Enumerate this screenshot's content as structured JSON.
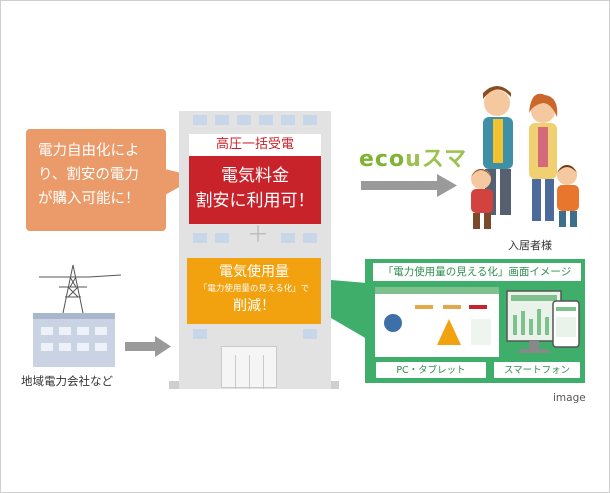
{
  "speech": {
    "line1": "電力自由化によ",
    "line2": "り、割安の電力",
    "line3": "が購入可能に！"
  },
  "power_company": {
    "label": "地域電力会社など"
  },
  "building": {
    "header": "高圧一括受電",
    "red_line1": "電気料金",
    "red_line2": "割安に利用可！",
    "plus": "＋",
    "orange_line1": "電気使用量",
    "orange_line2": "「電力使用量の見える化」で",
    "orange_line3": "削減！"
  },
  "brand": {
    "eco": "eco",
    "suma": "uスマ"
  },
  "family": {
    "label": "入居者様"
  },
  "screen_panel": {
    "title": "「電力使用量の見える化」画面イメージ",
    "pc_label": "PC・タブレット",
    "phone_label": "スマートフォン"
  },
  "caption": "image",
  "colors": {
    "speech": "#eb9a6a",
    "red": "#c8232b",
    "orange": "#f1a20e",
    "green": "#3fae6b",
    "eco": "#7fb432",
    "building": "#e2e2e2",
    "arrow": "#9a9a9a"
  }
}
